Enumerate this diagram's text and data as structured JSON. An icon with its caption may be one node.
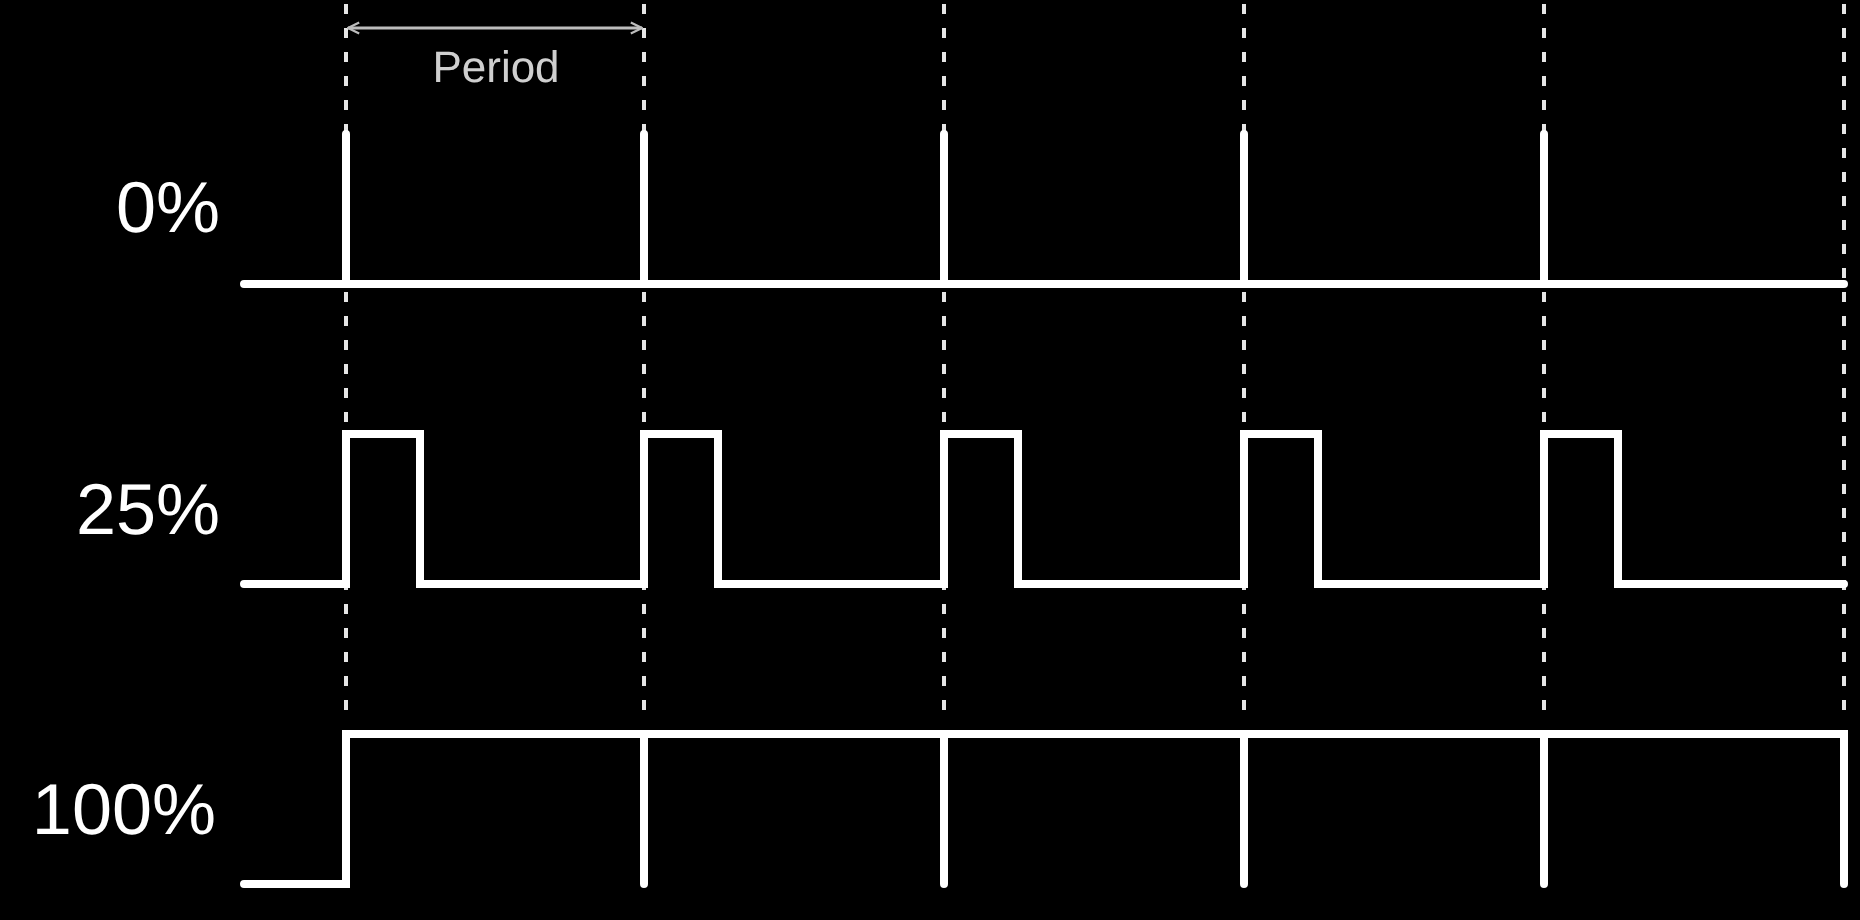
{
  "diagram": {
    "labels": [
      "Period",
      "0%",
      "25%",
      "100%"
    ]
  }
}
